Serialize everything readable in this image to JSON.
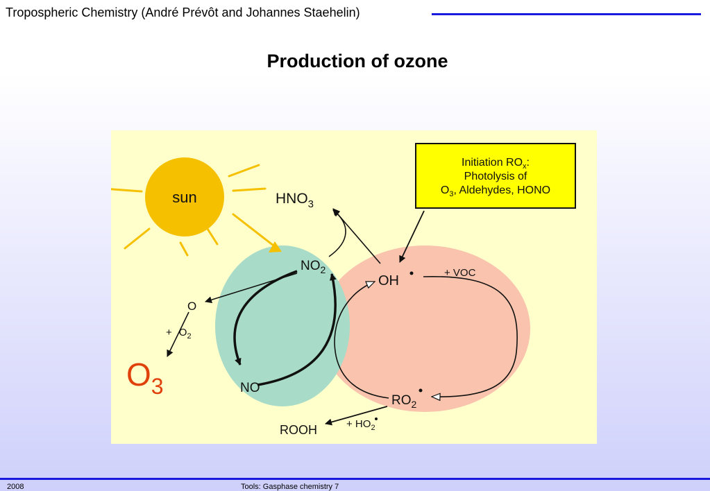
{
  "header": {
    "title": "Tropospheric Chemistry (André Prévôt and Johannes Staehelin)"
  },
  "slide": {
    "title": "Production of ozone"
  },
  "diagram": {
    "sun_label": "sun",
    "initiation_box": {
      "line1_main": "Initiation RO",
      "line1_sub": "x",
      "line1_end": ":",
      "line2": "Photolysis of",
      "line3_main": "O",
      "line3_sub": "3",
      "line3_end": ", Aldehydes, HONO"
    },
    "hno3": {
      "main": "HNO",
      "sub": "3"
    },
    "no2": {
      "main": "NO",
      "sub": "2"
    },
    "no": "NO",
    "o": "O",
    "plus_o2": {
      "plus": "+",
      "main": "O",
      "sub": "2"
    },
    "o3": {
      "main": "O",
      "sub": "3"
    },
    "oh": "OH",
    "plus_voc": "+ VOC",
    "ro2": {
      "main": "RO",
      "sub": "2"
    },
    "plus_ho2": {
      "main": "+ HO",
      "sub": "2"
    },
    "rooh": "ROOH",
    "colors": {
      "background": "#ffffcc",
      "sun": "#f5c000",
      "no_x_ellipse": "#a8dcc8",
      "ro_x_ellipse": "#f9c3ad",
      "initiation_box": "#ffff00",
      "o3_text": "#e0400a"
    }
  },
  "footer": {
    "year": "2008",
    "center": "Tools: Gasphase chemistry 7"
  }
}
